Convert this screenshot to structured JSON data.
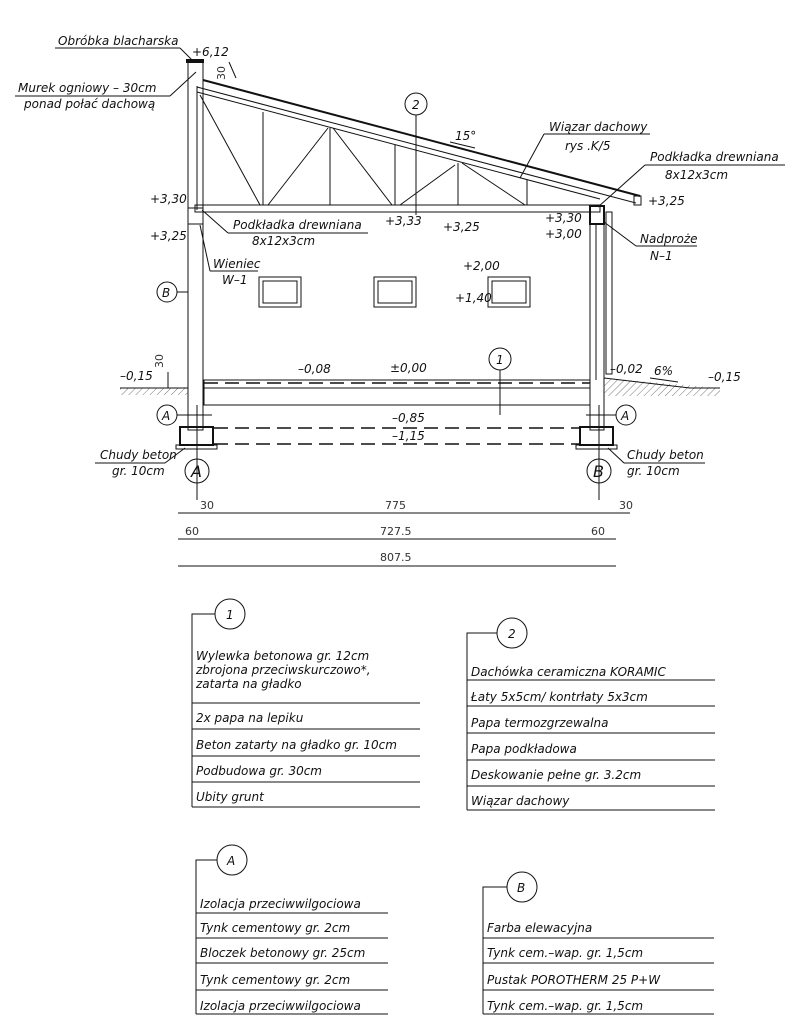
{
  "labels": {
    "flashing": "Obróbka blacharska",
    "parapet_1": "Murek ogniowy – 30cm",
    "parapet_2": "ponad połać dachową",
    "pad_left_1": "Podkładka drewniana",
    "pad_left_2": "8x12x3cm",
    "ring_beam_1": "Wieniec",
    "ring_beam_2": "W–1",
    "truss_1": "Wiązar dachowy",
    "truss_2": "rys .K/5",
    "pad_right_1": "Podkładka drewniana",
    "pad_right_2": "8x12x3cm",
    "lintel_1": "Nadproże",
    "lintel_2": "N–1",
    "lean_left_1": "Chudy beton",
    "lean_left_2": "gr. 10cm",
    "lean_right_1": "Chudy beton",
    "lean_right_2": "gr. 10cm",
    "angle": "15°",
    "slope": "6%",
    "parapet_dim": "30",
    "plinth_dim": "30"
  },
  "elevations": {
    "top": "+6,12",
    "e330l": "+3,30",
    "e325l": "+3,25",
    "e333": "+3,33",
    "e325m": "+3,25",
    "e330r": "+3,30",
    "e300r": "+3,00",
    "e325r": "+3,25",
    "e200": "+2,00",
    "e140": "+1,40",
    "m015l": "–0,15",
    "m008": "–0,08",
    "zero": "±0,00",
    "m002": "–0,02",
    "m015r": "–0,15",
    "m085": "–0,85",
    "m115": "–1,15"
  },
  "markers": {
    "one": "1",
    "two": "2",
    "A": "A",
    "B": "B"
  },
  "dimensions": {
    "d30l": "30",
    "d775": "775",
    "d30r": "30",
    "d60l": "60",
    "d7275": "727.5",
    "d60r": "60",
    "d8075": "807.5"
  },
  "legend_1": {
    "marker": "1",
    "items": [
      "Wylewka betonowa gr. 12cm",
      "zbrojona przeciwskurczowo*,",
      "zatarta na gładko",
      "2x papa na lepiku",
      "Beton zatarty na gładko gr. 10cm",
      "Podbudowa gr. 30cm",
      "Ubity grunt"
    ]
  },
  "legend_2": {
    "marker": "2",
    "items": [
      "Dachówka ceramiczna KORAMIC",
      "Łaty 5x5cm/ kontrłaty 5x3cm",
      "Papa termozgrzewalna",
      "Papa podkładowa",
      "Deskowanie pełne gr. 3.2cm",
      "Wiązar dachowy"
    ]
  },
  "legend_A": {
    "marker": "A",
    "items": [
      "Izolacja przeciwwilgociowa",
      "Tynk cementowy gr. 2cm",
      "Bloczek betonowy gr. 25cm",
      "Tynk cementowy gr. 2cm",
      "Izolacja przeciwwilgociowa"
    ]
  },
  "legend_B": {
    "marker": "B",
    "items": [
      "Farba elewacyjna",
      "Tynk cem.–wap. gr. 1,5cm",
      "Pustak POROTHERM 25 P+W",
      "Tynk cem.–wap. gr. 1,5cm"
    ]
  }
}
